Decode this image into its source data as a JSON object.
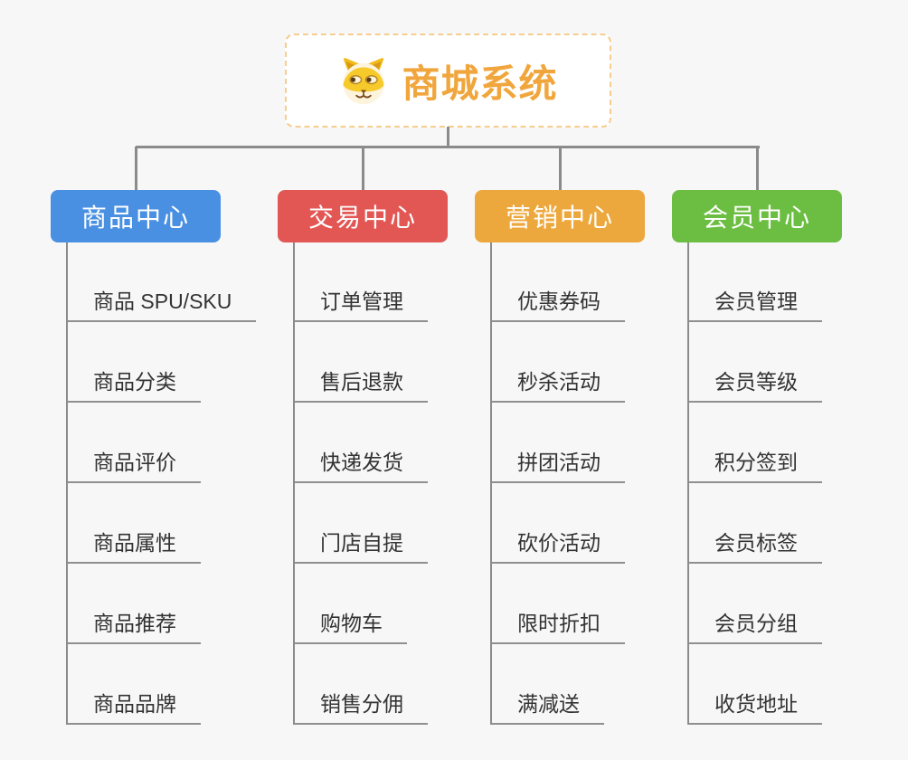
{
  "page": {
    "background": "#f7f7f7"
  },
  "root": {
    "title": "商城系统",
    "icon": "dog-face-icon",
    "title_color": "#f0a63c",
    "border_color": "#f6cd8f"
  },
  "connector_color": "#8b8b8b",
  "branches": [
    {
      "label": "商品中心",
      "color": "#4a90e2",
      "items": [
        "商品 SPU/SKU",
        "商品分类",
        "商品评价",
        "商品属性",
        "商品推荐",
        "商品品牌"
      ]
    },
    {
      "label": "交易中心",
      "color": "#e25754",
      "items": [
        "订单管理",
        "售后退款",
        "快递发货",
        "门店自提",
        "购物车",
        "销售分佣"
      ]
    },
    {
      "label": "营销中心",
      "color": "#eda83d",
      "items": [
        "优惠券码",
        "秒杀活动",
        "拼团活动",
        "砍价活动",
        "限时折扣",
        "满减送"
      ]
    },
    {
      "label": "会员中心",
      "color": "#6cbe43",
      "items": [
        "会员管理",
        "会员等级",
        "积分签到",
        "会员标签",
        "会员分组",
        "收货地址"
      ]
    }
  ]
}
